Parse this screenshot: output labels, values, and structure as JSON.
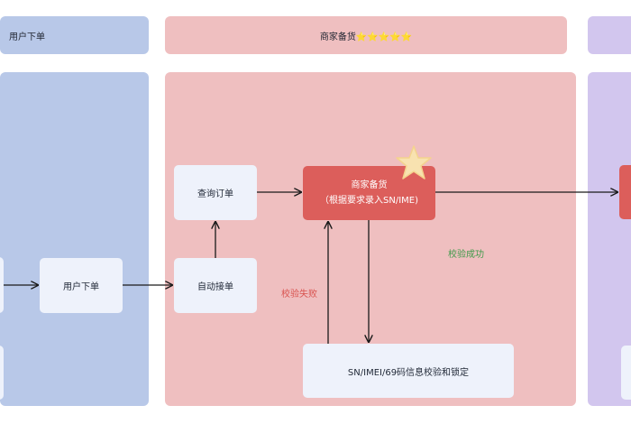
{
  "lanes": {
    "user_title": "用户下单",
    "merchant_title": "商家备货⭐⭐⭐⭐⭐"
  },
  "nodes": {
    "place_order": "用户下单",
    "auto_accept": "自动接单",
    "query_order": "查询订单",
    "stock_line1": "商家备货",
    "stock_line2": "（根据要求录入SN/IME)",
    "verify_lock": "SN/IMEI/69码信息校验和锁定"
  },
  "edge_labels": {
    "fail": "校验失败",
    "success": "校验成功"
  },
  "colors": {
    "user_lane": "#b8c8e8",
    "merchant_lane": "#efbfc0",
    "next_lane": "#d2c6ee",
    "highlight_node": "#dc5e5b",
    "star": "#f8e2b0",
    "fail_text": "#d9534f",
    "success_text": "#3f9a4a"
  }
}
